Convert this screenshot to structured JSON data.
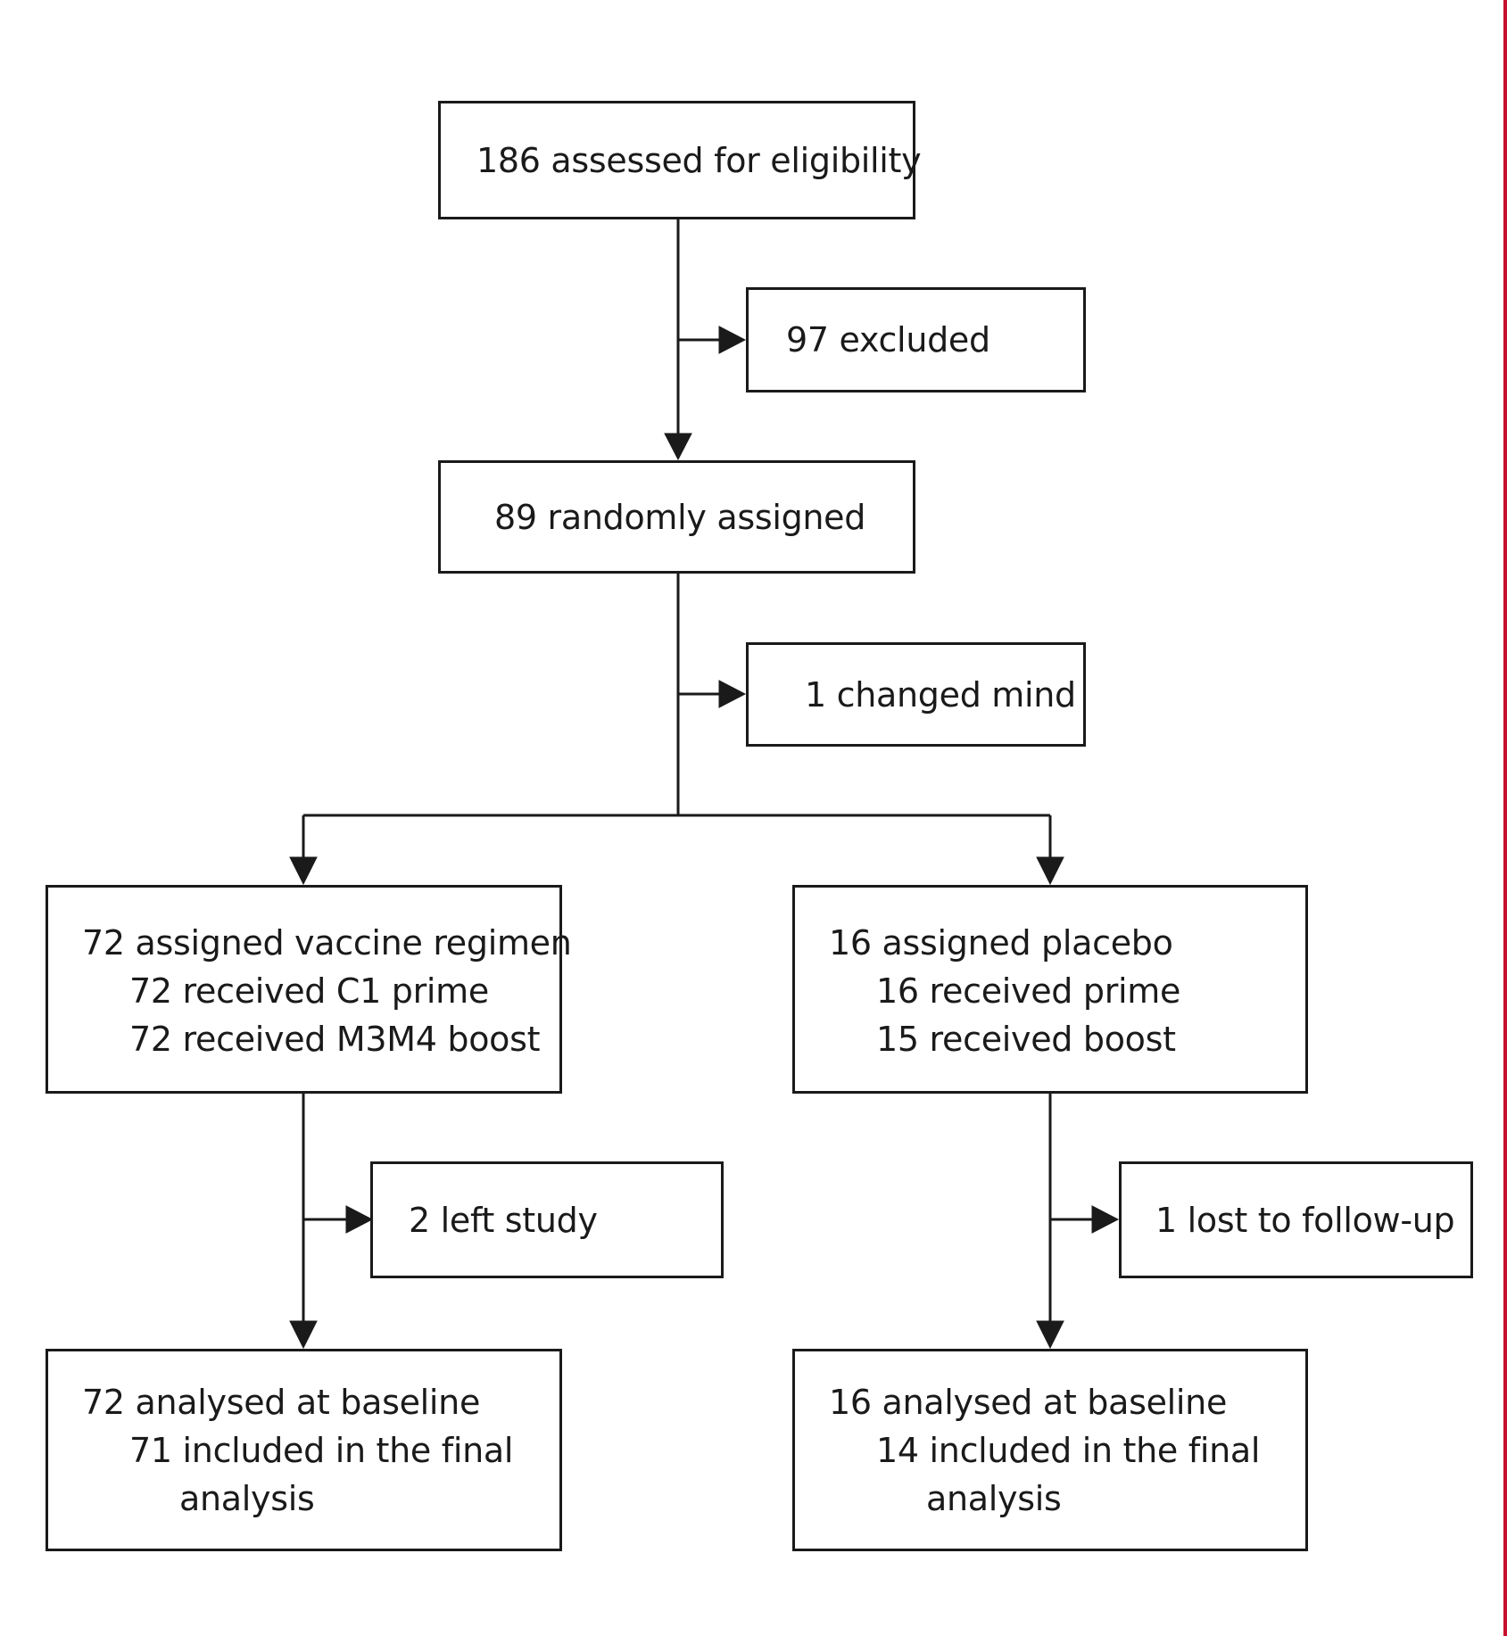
{
  "flowchart": {
    "assessed": "186 assessed for eligibility",
    "excluded": "97 excluded",
    "randomised": "89 randomly assigned",
    "changed_mind": "1 changed mind",
    "vaccine": {
      "title": "72 assigned vaccine regimen",
      "line1": "72 received C1 prime",
      "line2": "72 received M3M4 boost"
    },
    "placebo": {
      "title": "16 assigned placebo",
      "line1": "16 received prime",
      "line2": "15 received boost"
    },
    "left_study": "2 left study",
    "lost_followup": "1 lost to follow-up",
    "vaccine_analysis": {
      "title": "72 analysed at baseline",
      "line1": "71 included in the final",
      "line2": "analysis"
    },
    "placebo_analysis": {
      "title": "16 analysed at baseline",
      "line1": "14 included in the final",
      "line2": "analysis"
    }
  },
  "colors": {
    "line": "#1a1a1a",
    "edge_accent": "#c8102e"
  }
}
